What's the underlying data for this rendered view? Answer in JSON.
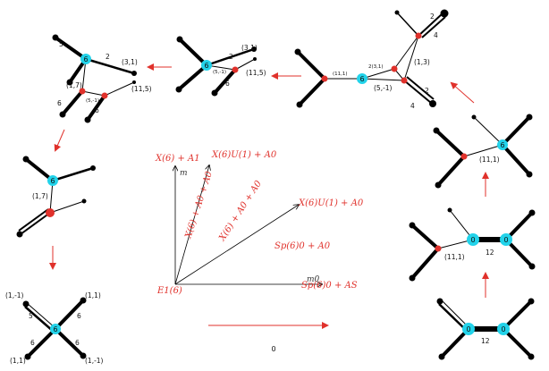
{
  "colors": {
    "red": "#e0312b",
    "cyan": "#22d3ea",
    "black": "#000000"
  },
  "center_node_label": "6",
  "zero_label": "0",
  "center_panel": {
    "labels": {
      "X6A1": "X(6) + A1",
      "XU1A0_top": "X(6)U(1) + A0",
      "X6A0A0_tilted": "X(6) + A0 + A0",
      "X6A0A0_tilted2": "X(6) + A0 + A0",
      "XU1A0_right": "X(6)U(1) + A0",
      "Sp6A0": "Sp(6)0 + A0",
      "Sp6AS": "Sp(6)0 + AS",
      "E1": "E1(6)",
      "m": "m",
      "m0": "m0"
    }
  },
  "bottom_zero": "0",
  "d1": {
    "l5": "5",
    "l2": "2",
    "l31": "(3,1)",
    "l17": "(1,7)",
    "l51": "(5,-1)",
    "l115": "(11,5)",
    "l6a": "6",
    "l6b": "6"
  },
  "d2": {
    "l31": "(3,1)",
    "l2": "2",
    "l51": "(5,-1)",
    "l115": "(11,5)",
    "l6": "6"
  },
  "d3": {
    "l111": "(11,1)",
    "l31": "2(3,1)",
    "l13": "(1,3)",
    "l51": "(5,-1)",
    "l2a": "2",
    "l4a": "4",
    "l2b": "2",
    "l4b": "4"
  },
  "d4": {
    "l17": "(1,7)"
  },
  "d5": {
    "tl": "(1,-1)",
    "tr": "(1,1)",
    "bl": "(1,1)",
    "br": "(1,-1)",
    "l5": "5",
    "l6a": "6",
    "l6b": "6",
    "l6c": "6"
  },
  "d6": {
    "l111": "(11,1)"
  },
  "d7": {
    "l111": "(11,1)",
    "l12": "12"
  },
  "d8": {
    "l12": "12"
  }
}
